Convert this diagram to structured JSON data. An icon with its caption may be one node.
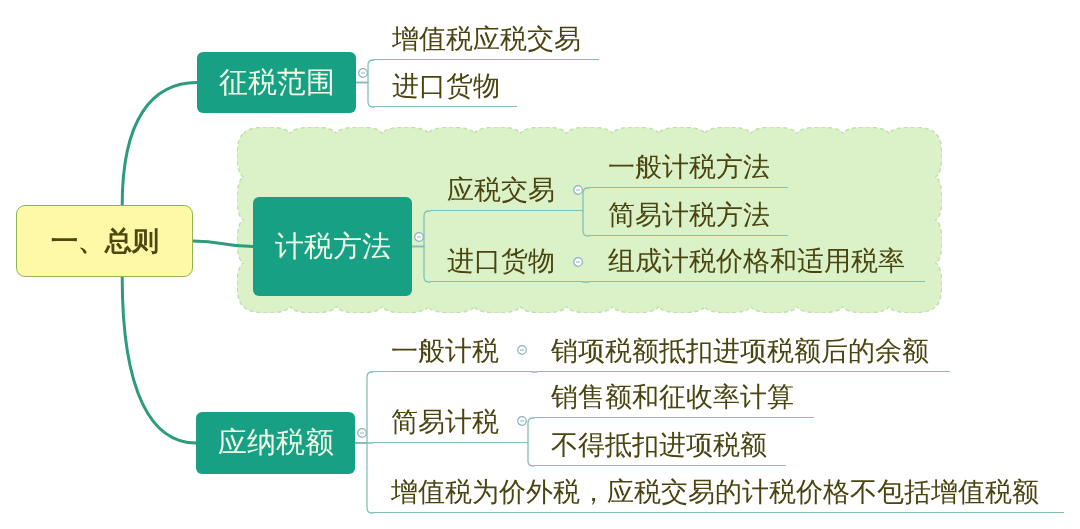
{
  "diagram": {
    "nodes": [
      {
        "text": [
          "一、总则"
        ]
      },
      {
        "text": [
          "征税范围"
        ]
      },
      {
        "text": [
          "增值税应税交易"
        ]
      },
      {
        "text": [
          "进口货物"
        ]
      },
      {
        "text": [],
        "shape": "cloud"
      },
      {
        "text": [
          "计税方法"
        ],
        "in": 4
      },
      {
        "text": [
          "应税交易"
        ],
        "in": 4
      },
      {
        "text": [
          "一般计税方法"
        ],
        "in": 4
      },
      {
        "text": [
          "简易计税方法"
        ],
        "in": 4
      },
      {
        "text": [
          "进口货物"
        ],
        "in": 4
      },
      {
        "text": [
          "组成计税价格和适用税率"
        ],
        "in": 4
      },
      {
        "text": [
          "应纳税额"
        ]
      },
      {
        "text": [
          "一般计税"
        ]
      },
      {
        "text": [
          "销项税额抵扣进项税额后的余额"
        ]
      },
      {
        "text": [
          "简易计税"
        ]
      },
      {
        "text": [
          "销售额和征收率计算"
        ]
      },
      {
        "text": [
          "不得抵扣进项税额"
        ]
      },
      {
        "text": [
          "增值税为价外税，应税交易的计税价格不包括增值税额"
        ]
      }
    ],
    "edges": [
      {
        "from": 0,
        "to": 1,
        "arrow": "none",
        "style": "thick",
        "color": "#2e9b7f"
      },
      {
        "from": 1,
        "to": 2,
        "arrow": "none"
      },
      {
        "from": 1,
        "to": 3,
        "arrow": "none"
      },
      {
        "from": 0,
        "to": 5,
        "arrow": "none",
        "style": "thick",
        "color": "#2e9b7f"
      },
      {
        "from": 5,
        "to": 6,
        "arrow": "none"
      },
      {
        "from": 6,
        "to": 7,
        "arrow": "none"
      },
      {
        "from": 6,
        "to": 8,
        "arrow": "none"
      },
      {
        "from": 5,
        "to": 9,
        "arrow": "none"
      },
      {
        "from": 9,
        "to": 10,
        "arrow": "none"
      },
      {
        "from": 0,
        "to": 11,
        "arrow": "none",
        "style": "thick",
        "color": "#2e9b7f"
      },
      {
        "from": 11,
        "to": 12,
        "arrow": "none"
      },
      {
        "from": 12,
        "to": 13,
        "arrow": "none"
      },
      {
        "from": 11,
        "to": 14,
        "arrow": "none"
      },
      {
        "from": 14,
        "to": 15,
        "arrow": "none"
      },
      {
        "from": 14,
        "to": 16,
        "arrow": "none"
      },
      {
        "from": 11,
        "to": 17,
        "arrow": "none"
      }
    ]
  }
}
